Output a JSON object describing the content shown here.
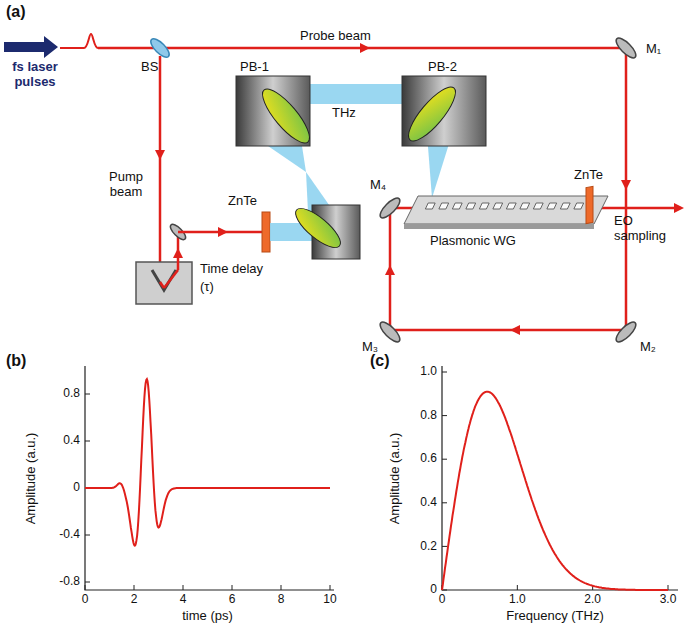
{
  "diagram": {
    "labels": [
      "(a)",
      "fs laser pulses",
      "BS",
      "Probe beam",
      "PB-1",
      "PB-2",
      "THz",
      "M₁",
      "Pump beam",
      "ZnTe",
      "Time delay",
      "(τ)",
      "M₄",
      "Plasmonic WG",
      "ZnTe",
      "EO sampling",
      "M₃",
      "M₂",
      "(b)",
      "Amplitude (a.u.)",
      "0.8",
      "0.4",
      "0",
      "-0.4",
      "-0.8",
      "0",
      "2",
      "4",
      "6",
      "8",
      "10",
      "time (ps)",
      "(c)",
      "Amplitude (a.u.)",
      "1.0",
      "0.8",
      "0.6",
      "0.4",
      "0.2",
      "0",
      "0",
      "1.0",
      "2.0",
      "3.0",
      "Frequency (THz)"
    ]
  }
}
